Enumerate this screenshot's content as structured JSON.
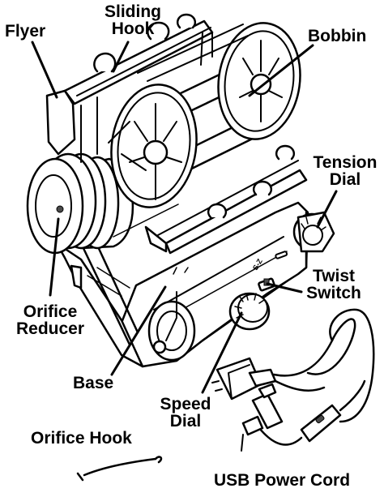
{
  "labels": {
    "flyer": "Flyer",
    "sliding_hook": [
      "Sliding",
      "Hook"
    ],
    "bobbin": "Bobbin",
    "tension_dial": [
      "Tension",
      "Dial"
    ],
    "twist_switch": [
      "Twist",
      "Switch"
    ],
    "orifice_reducer": [
      "Orifice",
      "Reducer"
    ],
    "base": "Base",
    "speed_dial": [
      "Speed",
      "Dial"
    ],
    "orifice_hook": "Orifice Hook",
    "usb_power_cord": "USB Power Cord"
  },
  "switch_marks": "S-Z",
  "colors": {
    "ink": "#000000",
    "background": "#ffffff",
    "shade": "#d8d8d8"
  }
}
